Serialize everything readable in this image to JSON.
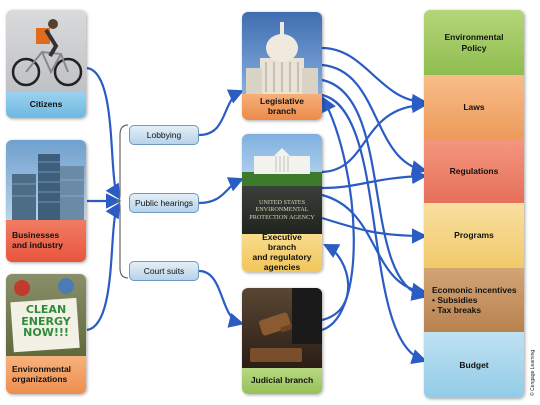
{
  "actors": {
    "citizens": "Citizens",
    "business": "Businesses\nand industry",
    "envorg": "Environmental\norganizations"
  },
  "channels": {
    "lobbying": "Lobbying",
    "hearings": "Public hearings",
    "suits": "Court suits"
  },
  "branches": {
    "legislative": "Legislative branch",
    "executive": "Executive branch\nand regulatory\nagencies",
    "judicial": "Judicial branch",
    "epa_sign": "UNITED STATES\nENVIRONMENTAL\nPROTECTION AGENCY",
    "banner_text": "CLEAN\nENERGY\nNOW!!!"
  },
  "outcomes": [
    {
      "label": "Environmental\nPolicy",
      "color": "#9bc45a"
    },
    {
      "label": "Laws",
      "color": "#f0a468"
    },
    {
      "label": "Regulations",
      "color": "#ec7f6c"
    },
    {
      "label": "Programs",
      "color": "#f5d27a"
    },
    {
      "label": "Ecomonic incentives\n• Subsidies\n• Tax breaks",
      "color": "#c49361"
    },
    {
      "label": "Budget",
      "color": "#a9d6ec"
    }
  ],
  "credit": "© Cengage Learning"
}
